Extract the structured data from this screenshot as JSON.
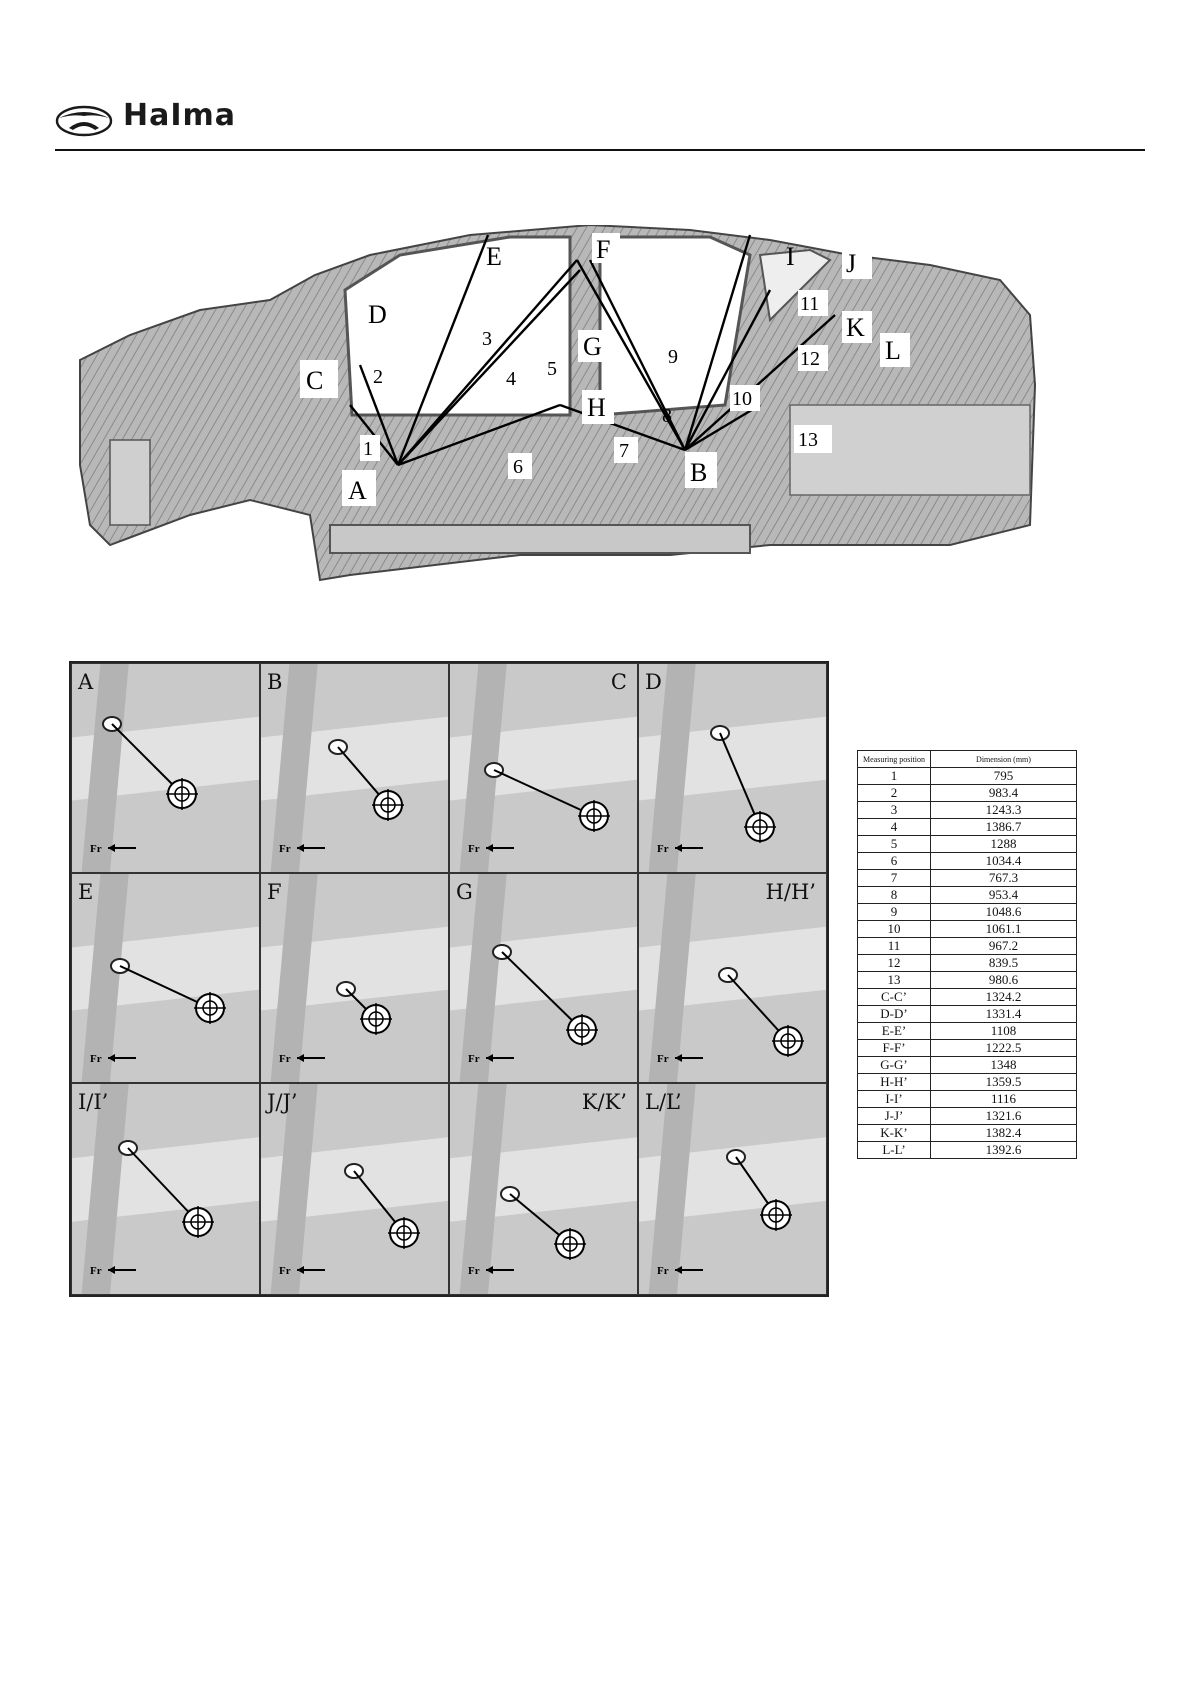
{
  "brand": {
    "name": "HaIma"
  },
  "diagram": {
    "callouts": [
      "A",
      "B",
      "C",
      "D",
      "E",
      "F",
      "G",
      "H",
      "I",
      "J",
      "K",
      "L"
    ],
    "numbers": [
      "1",
      "2",
      "3",
      "4",
      "5",
      "6",
      "7",
      "8",
      "9",
      "10",
      "11",
      "12",
      "13"
    ]
  },
  "panels": [
    {
      "label": "A"
    },
    {
      "label": "B"
    },
    {
      "label": "C"
    },
    {
      "label": "D"
    },
    {
      "label": "E"
    },
    {
      "label": "F"
    },
    {
      "label": "G"
    },
    {
      "label": "H/H’"
    },
    {
      "label": "I/I’"
    },
    {
      "label": "J/J’"
    },
    {
      "label": "K/K’"
    },
    {
      "label": "L/L’"
    }
  ],
  "direction_label": "Fr",
  "table": {
    "headers": [
      "Measuring position",
      "Dimension (mm)"
    ],
    "rows": [
      [
        "1",
        "795"
      ],
      [
        "2",
        "983.4"
      ],
      [
        "3",
        "1243.3"
      ],
      [
        "4",
        "1386.7"
      ],
      [
        "5",
        "1288"
      ],
      [
        "6",
        "1034.4"
      ],
      [
        "7",
        "767.3"
      ],
      [
        "8",
        "953.4"
      ],
      [
        "9",
        "1048.6"
      ],
      [
        "10",
        "1061.1"
      ],
      [
        "11",
        "967.2"
      ],
      [
        "12",
        "839.5"
      ],
      [
        "13",
        "980.6"
      ],
      [
        "C-C’",
        "1324.2"
      ],
      [
        "D-D’",
        "1331.4"
      ],
      [
        "E-E’",
        "1108"
      ],
      [
        "F-F’",
        "1222.5"
      ],
      [
        "G-G’",
        "1348"
      ],
      [
        "H-H’",
        "1359.5"
      ],
      [
        "I-I’",
        "1116"
      ],
      [
        "J-J’",
        "1321.6"
      ],
      [
        "K-K’",
        "1382.4"
      ],
      [
        "L-L’",
        "1392.6"
      ]
    ]
  }
}
